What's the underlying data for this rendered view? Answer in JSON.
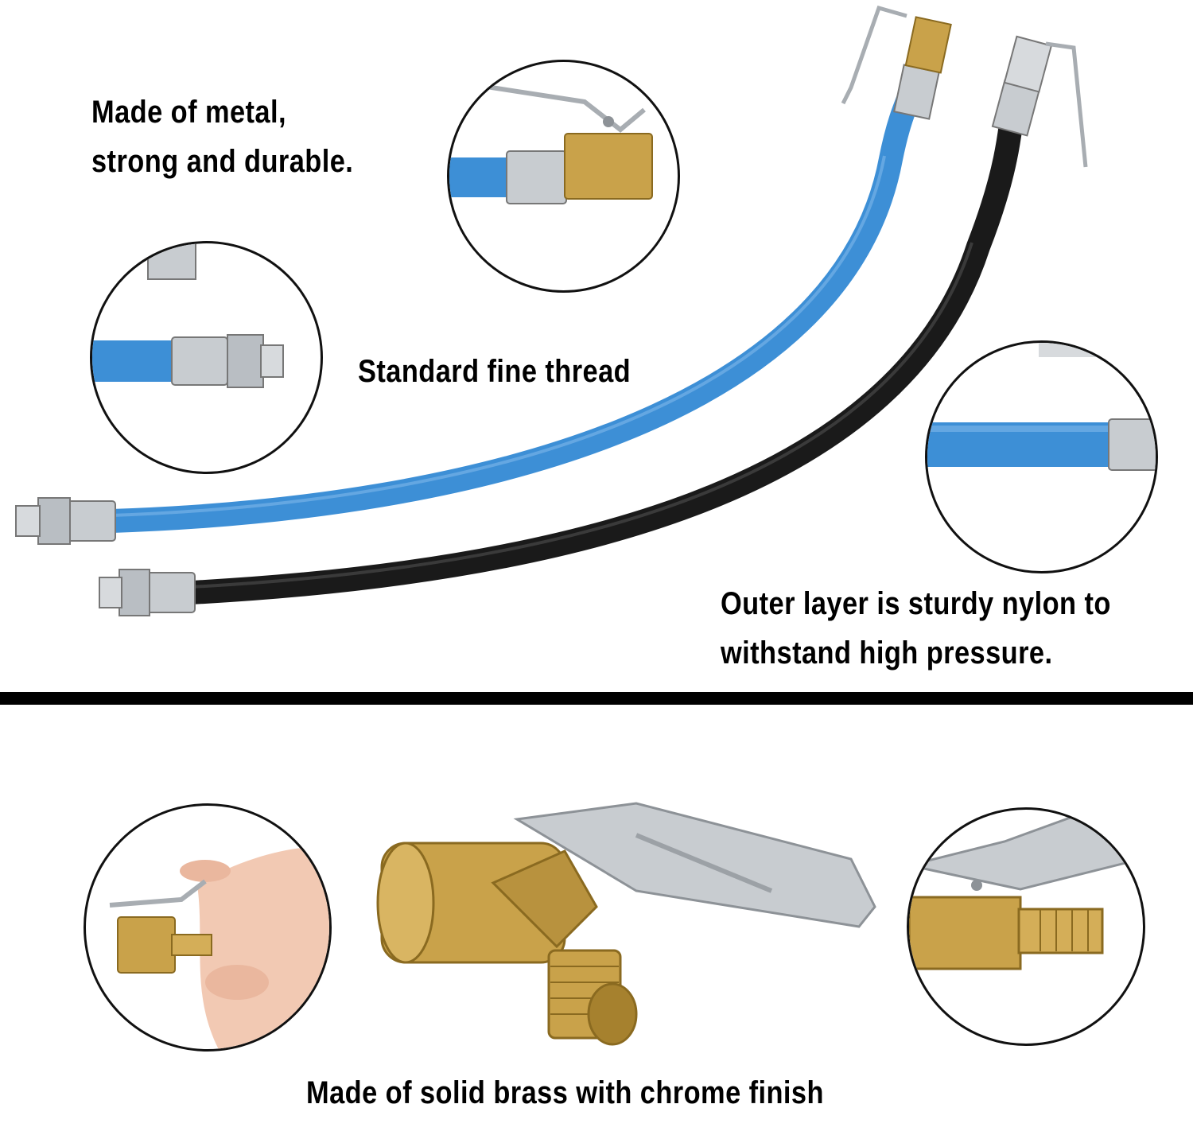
{
  "captions": {
    "metal": [
      "Made of metal,",
      "strong and durable."
    ],
    "thread": "Standard fine thread",
    "nylon": [
      "Outer layer is sturdy nylon to",
      "withstand high pressure."
    ],
    "brass": "Made of solid brass with chrome finish"
  },
  "colors": {
    "blue_hose": "#3d8fd6",
    "black_hose": "#1a1a1a",
    "brass": "#c9a24a",
    "chrome": "#c8ccd0",
    "divider": "#000000"
  }
}
